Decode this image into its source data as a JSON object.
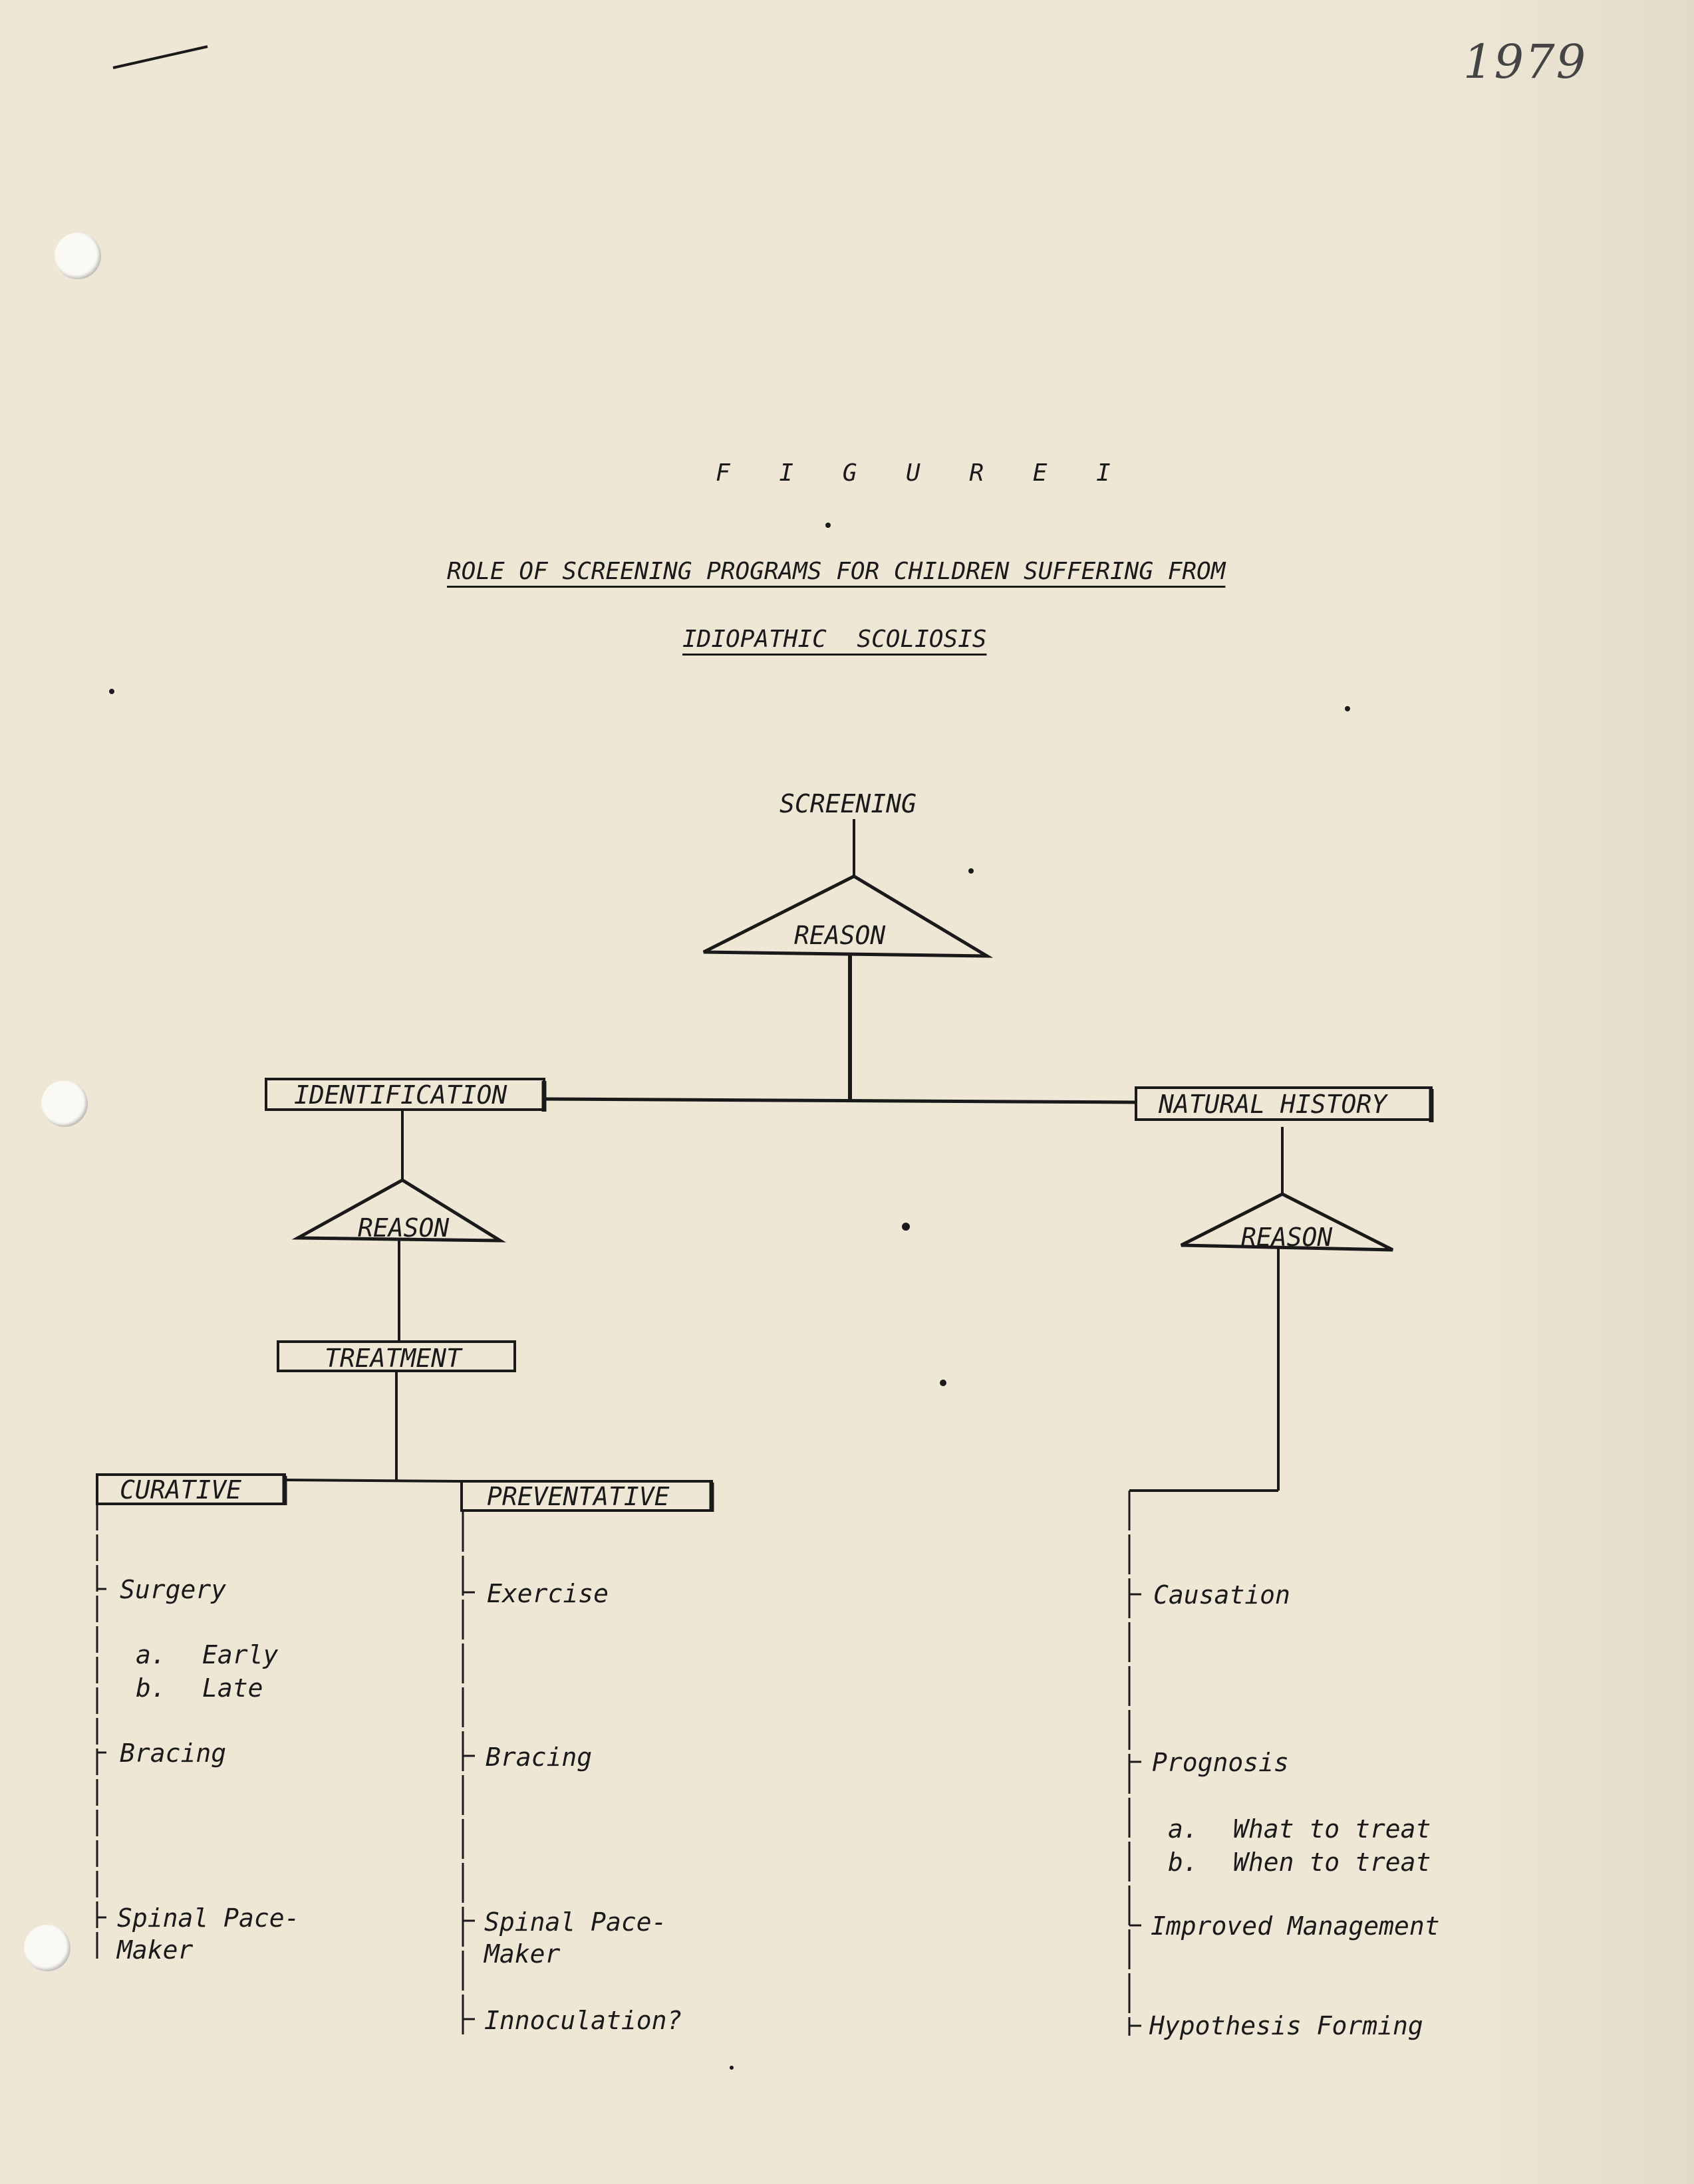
{
  "annotation": {
    "year": "1979"
  },
  "figure": {
    "label": "F I G U R E   I",
    "title_line1": "ROLE OF SCREENING PROGRAMS FOR CHILDREN SUFFERING FROM",
    "title_line2": "IDIOPATHIC  SCOLIOSIS"
  },
  "nodes": {
    "screening": "SCREENING",
    "reason_top": "REASON",
    "identification": "IDENTIFICATION",
    "natural_history": "NATURAL HISTORY",
    "reason_left": "REASON",
    "reason_right": "REASON",
    "treatment": "TREATMENT",
    "curative": "CURATIVE",
    "preventative": "PREVENTATIVE"
  },
  "curative_items": {
    "surgery": "Surgery",
    "surgery_a_marker": "a.",
    "surgery_a": "Early",
    "surgery_b_marker": "b.",
    "surgery_b": "Late",
    "bracing": "Bracing",
    "pacemaker_line1": "Spinal Pace-",
    "pacemaker_line2": "Maker"
  },
  "preventative_items": {
    "exercise": "Exercise",
    "bracing": "Bracing",
    "pacemaker_line1": "Spinal Pace-",
    "pacemaker_line2": "Maker",
    "innoculation": "Innoculation?"
  },
  "natural_history_items": {
    "causation": "Causation",
    "prognosis": "Prognosis",
    "prognosis_a_marker": "a.",
    "prognosis_a": "What to treat",
    "prognosis_b_marker": "b.",
    "prognosis_b": "When to treat",
    "improved_management": "Improved Management",
    "hypothesis_forming": "Hypothesis Forming"
  }
}
